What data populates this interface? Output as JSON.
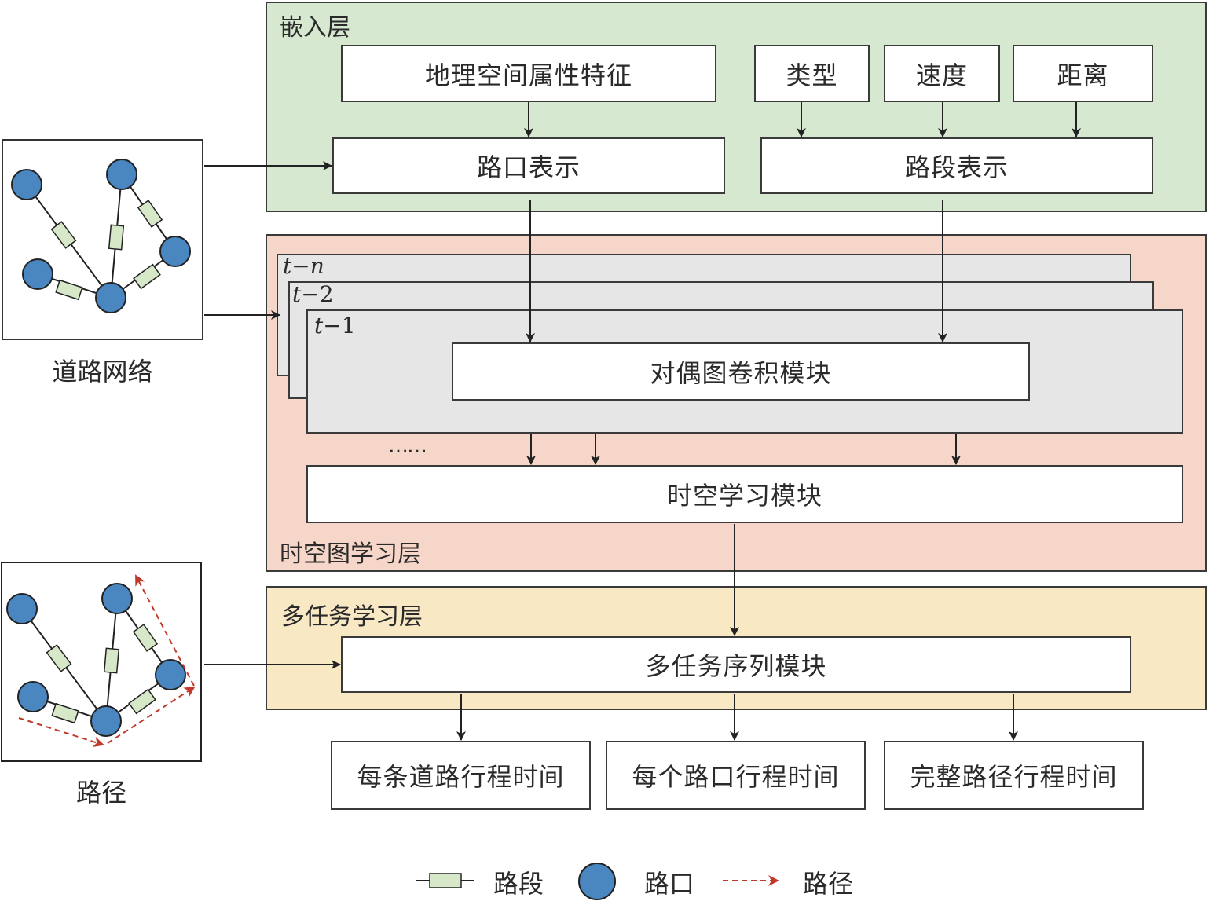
{
  "colors": {
    "embedding_bg": "#d6e8d0",
    "spatiotemporal_bg": "#f5d6c8",
    "multitask_bg": "#f9e8c4",
    "frame_bg": "#e6e6e6",
    "node_fill": "#4a86c0",
    "segment_fill": "#d6e8c8",
    "path_arrow": "#c0392b"
  },
  "embedding_layer": {
    "title": "嵌入层",
    "geo_feature": "地理空间属性特征",
    "type": "类型",
    "speed": "速度",
    "distance": "距离",
    "intersection_repr": "路口表示",
    "segment_repr": "路段表示"
  },
  "spatiotemporal_layer": {
    "title": "时空图学习层",
    "frames": [
      {
        "t": "t",
        "op": "−",
        "k": "n"
      },
      {
        "t": "t",
        "op": "−",
        "k": "2"
      },
      {
        "t": "t",
        "op": "−",
        "k": "1"
      }
    ],
    "dual_gcn": "对偶图卷积模块",
    "ellipsis": "……",
    "st_module": "时空学习模块"
  },
  "multitask_layer": {
    "title": "多任务学习层",
    "seq_module": "多任务序列模块"
  },
  "outputs": [
    "每条道路行程时间",
    "每个路口行程时间",
    "完整路径行程时间"
  ],
  "inputs": {
    "road_network": "道路网络",
    "path": "路径"
  },
  "legend": {
    "segment": "路段",
    "intersection": "路口",
    "path": "路径"
  }
}
